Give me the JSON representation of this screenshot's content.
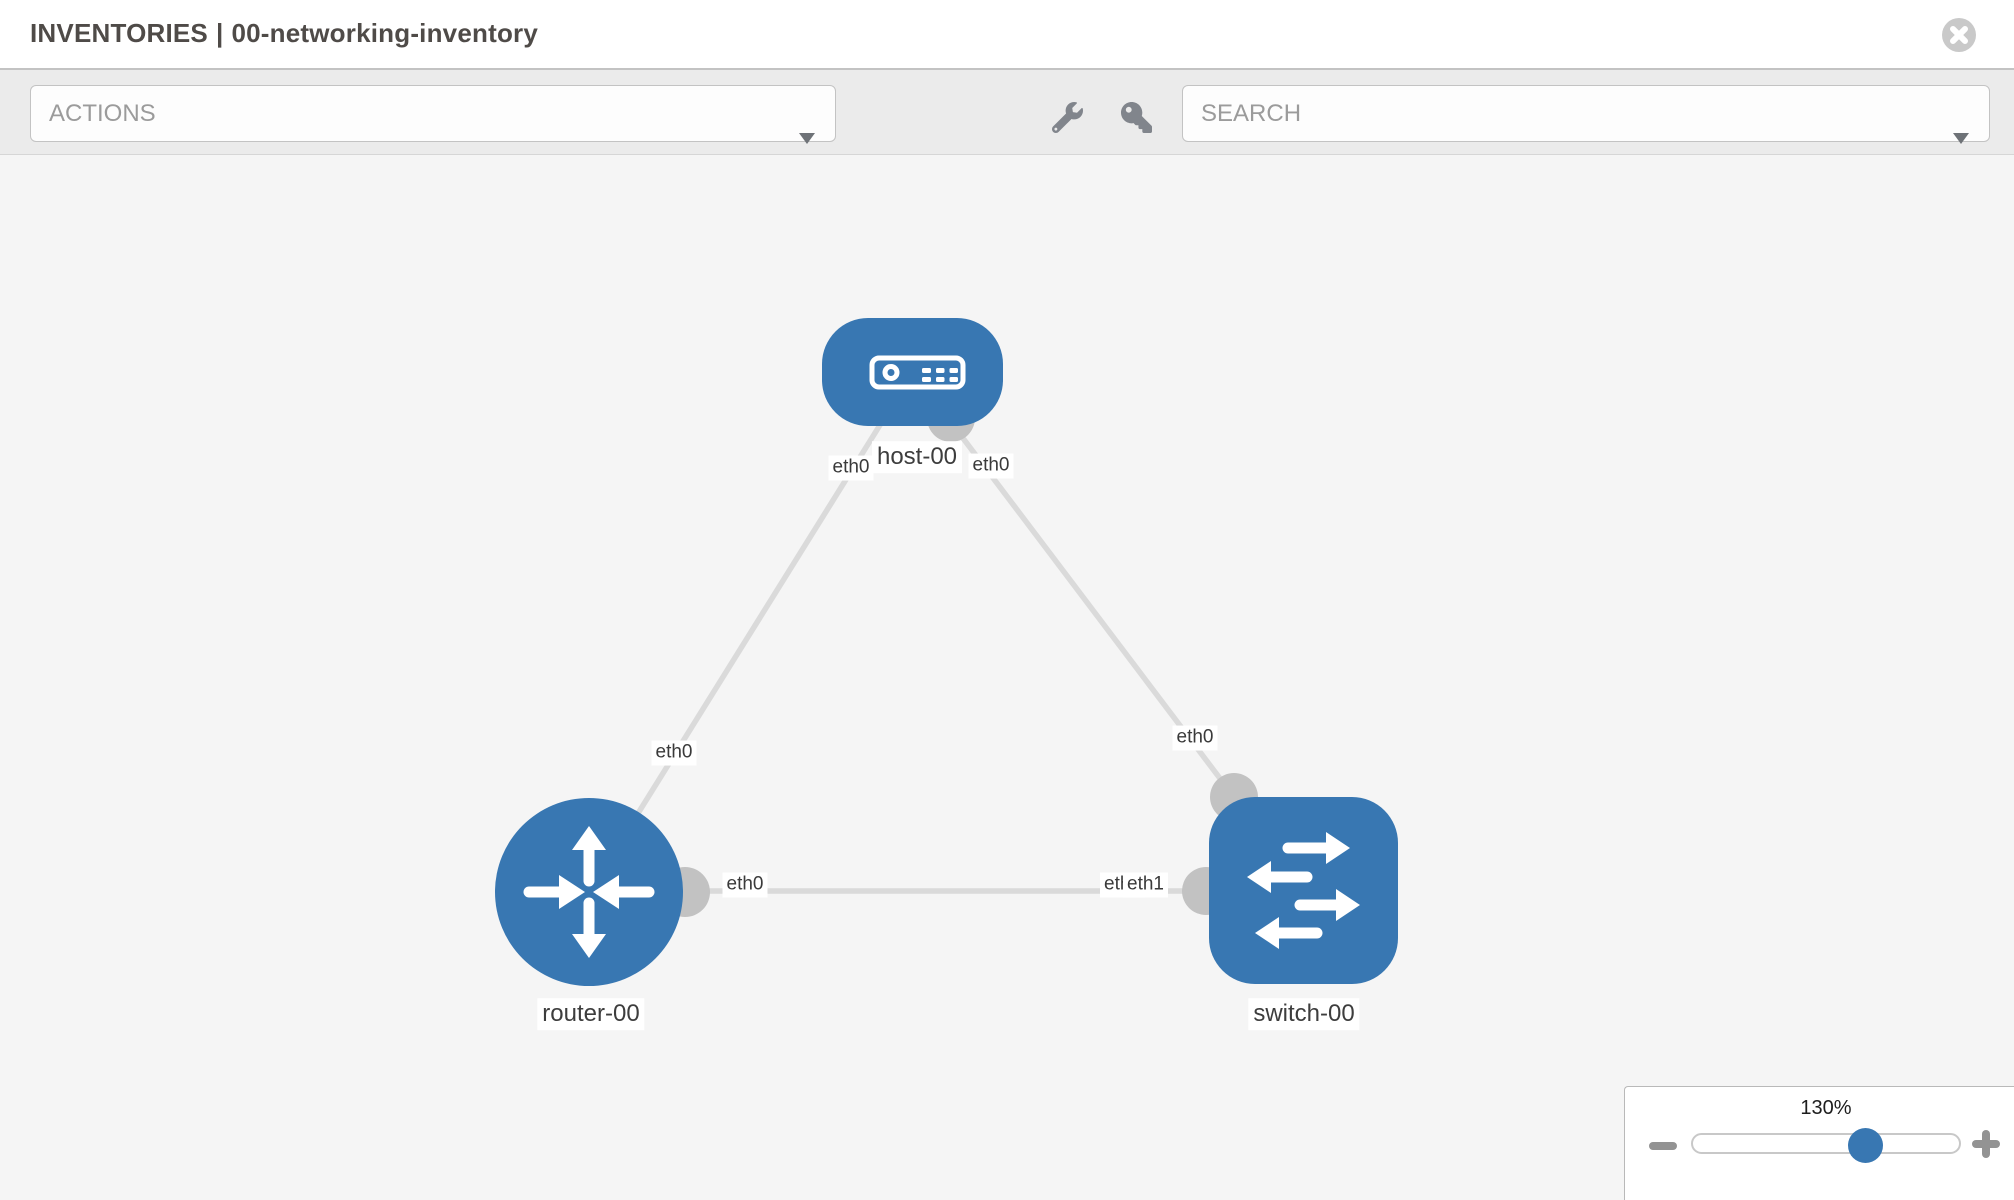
{
  "header": {
    "section_title": "INVENTORIES",
    "separator": "|",
    "inventory_name": "00-networking-inventory"
  },
  "toolbar": {
    "actions_label": "ACTIONS",
    "search_placeholder": "SEARCH",
    "icons": [
      "wrench-icon",
      "key-icon"
    ]
  },
  "topology": {
    "nodes": [
      {
        "name": "host-00",
        "type": "host"
      },
      {
        "name": "router-00",
        "type": "router"
      },
      {
        "name": "switch-00",
        "type": "switch"
      }
    ],
    "links": [
      {
        "from": "host-00",
        "to": "router-00",
        "from_interface": "eth0",
        "to_interface": "eth0"
      },
      {
        "from": "host-00",
        "to": "switch-00",
        "from_interface": "eth0",
        "to_interface": "eth0"
      },
      {
        "from": "router-00",
        "to": "switch-00",
        "from_interface": "eth0",
        "to_interface": "eth1"
      }
    ],
    "interface_labels": [
      {
        "text": "eth0",
        "position": "host-left"
      },
      {
        "text": "eth0",
        "position": "host-right"
      },
      {
        "text": "eth0",
        "position": "router-top"
      },
      {
        "text": "eth0",
        "position": "switch-top"
      },
      {
        "text": "eth0",
        "position": "router-right"
      },
      {
        "text": "eth0",
        "position": "switch-left-back"
      },
      {
        "text": "eth1",
        "position": "switch-left-front"
      }
    ]
  },
  "zoom_control": {
    "level": "130%",
    "minus_icon": "minus-icon",
    "plus_icon": "plus-icon"
  },
  "colors": {
    "node_blue": "#3877b2",
    "link_gray": "#dadada",
    "connector_gray": "#c2c2c2",
    "toolbar_bg": "#ebebeb",
    "canvas_bg": "#f5f5f5",
    "icon_gray": "#81858c"
  }
}
